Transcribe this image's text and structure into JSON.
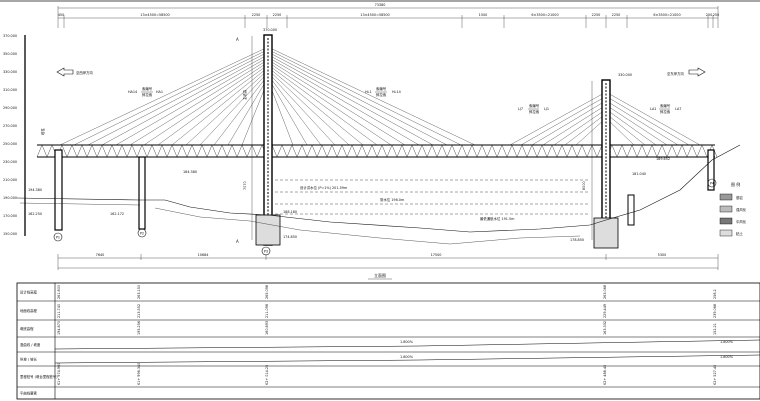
{
  "drawing": {
    "title": "立面图",
    "total_length": "73380",
    "top_dims": [
      "450",
      "13×4500=58500",
      "2250",
      "2250",
      "13×4500=58500",
      "1500",
      "6×3500=21000",
      "2250",
      "2250",
      "6×3500=21000",
      "250",
      "250"
    ],
    "bottom_dims": [
      "7640",
      "10684",
      "17500",
      "5300"
    ],
    "elevation_scale": [
      "370.000",
      "350.000",
      "330.000",
      "310.000",
      "290.000",
      "270.000",
      "250.000",
      "230.000",
      "210.000",
      "190.000",
      "170.000",
      "150.000"
    ],
    "direction_left": "至西岸方向",
    "direction_right": "至东岸方向",
    "tower1_top": "370.000",
    "tower2_top": "330.000",
    "cable_labels": {
      "left_a": "HA14",
      "left_a_frac_top": "索编号",
      "left_a_frac_bot": "斜拉索",
      "left_a_end": "HA1",
      "left_b": "HL1",
      "left_b_frac_top": "索编号",
      "left_b_frac_bot": "斜拉索",
      "left_b_end": "HL14",
      "right_a": "LJ7",
      "right_a_frac_top": "索编号",
      "right_a_frac_bot": "斜拉索",
      "right_a_end": "LJ1",
      "right_b": "LA1",
      "right_b_frac_top": "索编号",
      "right_b_frac_bot": "斜拉索",
      "right_b_end": "LA7"
    },
    "section_mark": "A",
    "pier_labels": [
      "P1",
      "P2",
      "P3",
      "P4"
    ],
    "water_levels": [
      "设计洪水位 (P=1%) 201.59m",
      "常水位 196.0m",
      "最低通航水位 191.5m"
    ],
    "level_notes": [
      "194.380",
      "162.250",
      "162.172",
      "184.380",
      "188.180",
      "174.850",
      "178.850",
      "189.652",
      "181.040"
    ],
    "vertical_notes": [
      "主塔高",
      "塔柱",
      "7070",
      "8000"
    ],
    "legend": {
      "title": "图 例",
      "items": [
        "基岩",
        "强风化",
        "中风化",
        "粘土"
      ]
    }
  },
  "table": {
    "rows": [
      {
        "label": "设计线高程",
        "values": [
          "261.800",
          "263.150",
          "265.098",
          "263.068",
          "258.2"
        ]
      },
      {
        "label": "地面线高程",
        "values": [
          "211.740",
          "213.552",
          "211.098",
          "229.449",
          "239.068"
        ]
      },
      {
        "label": "墩底高程",
        "values": [
          "194.870",
          "195.256",
          "160.893",
          "163.332",
          "152.21"
        ]
      },
      {
        "label": "竖曲线 / 坡度",
        "values": [
          "1.800%",
          "1.800%"
        ]
      },
      {
        "label": "纵坡 / 坡长",
        "values": [
          "1.800%",
          "1.800%"
        ]
      },
      {
        "label": "里程桩号 (墩台里程桩号)",
        "values": [
          "K1+ 974.960",
          "K1+ 996.340",
          "K2+ 014.25",
          "K2+ 488.45",
          "K2+ 527.45"
        ]
      },
      {
        "label": "平曲线要素",
        "values": []
      }
    ]
  },
  "colors": {
    "line": "#111111",
    "background": "#ffffff"
  }
}
